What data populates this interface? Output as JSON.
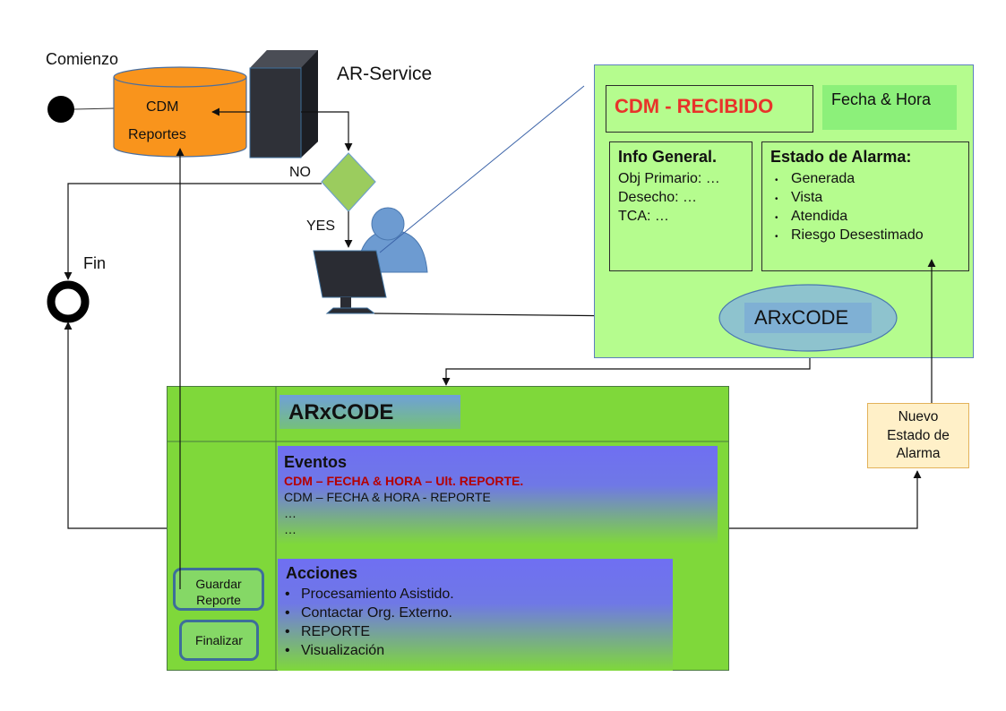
{
  "labels": {
    "start": "Comienzo",
    "end": "Fin",
    "service": "AR-Service",
    "no": "NO",
    "yes": "YES"
  },
  "database": {
    "line1": "CDM",
    "line2": "Reportes"
  },
  "detail": {
    "received_title": "CDM - RECIBIDO",
    "datetime": "Fecha & Hora",
    "info_title": "Info General.",
    "info_items": [
      "Obj Primario: …",
      "Desecho: …",
      "TCA: …"
    ],
    "alarm_title": "Estado de Alarma:",
    "alarm_items": [
      "Generada",
      "Vista",
      "Atendida",
      "Riesgo Desestimado"
    ],
    "app_name": "ARxCODE"
  },
  "app": {
    "title": "ARxCODE",
    "events_title": "Eventos",
    "events": [
      "CDM – FECHA & HORA – Ult. REPORTE.",
      "CDM – FECHA & HORA - REPORTE",
      "…",
      "…"
    ],
    "actions_title": "Acciones",
    "actions": [
      "Procesamiento Asistido.",
      "Contactar Org. Externo.",
      "REPORTE",
      "Visualización"
    ],
    "save_button": {
      "line1": "Guardar",
      "line2": "Reporte"
    },
    "finish_button": "Finalizar"
  },
  "new_state": {
    "line1": "Nuevo",
    "line2": "Estado de",
    "line3": "Alarma"
  },
  "colors": {
    "db_fill": "#f9941c",
    "panel_green": "#b5fc8e",
    "app_green": "#7fd83a",
    "highlight_red": "#e8332a",
    "latest_event": "#b40000",
    "decision": "#9bcc5e",
    "user": "#6d9bd1"
  }
}
